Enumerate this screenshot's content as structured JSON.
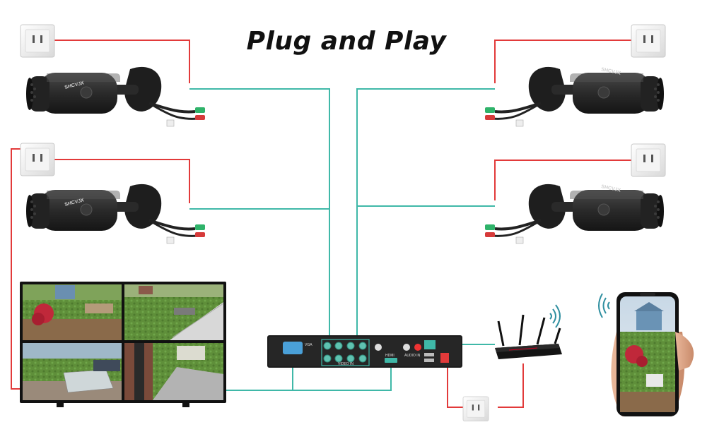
{
  "title": "Plug and Play",
  "cameras": [
    {
      "id": "camera-top-left",
      "brand": "SHCVJX"
    },
    {
      "id": "camera-mid-left",
      "brand": "SHCVJX"
    },
    {
      "id": "camera-top-right",
      "brand": "SHCVJX"
    },
    {
      "id": "camera-mid-right",
      "brand": "SHCVJX"
    }
  ],
  "dvr": {
    "port_labels": {
      "vga": "VGA",
      "video_in": "VIDEO IN",
      "hdmi": "HDMI",
      "audio_in": "AUDIO IN"
    }
  },
  "colors": {
    "video_line": "#3fb8a8",
    "power_line": "#e23a3a",
    "device_dark": "#2a2a2a",
    "background": "#ffffff"
  },
  "icons": [
    "power-outlet-icon",
    "wifi-icon",
    "router-icon",
    "smartphone-icon",
    "monitor-icon"
  ]
}
